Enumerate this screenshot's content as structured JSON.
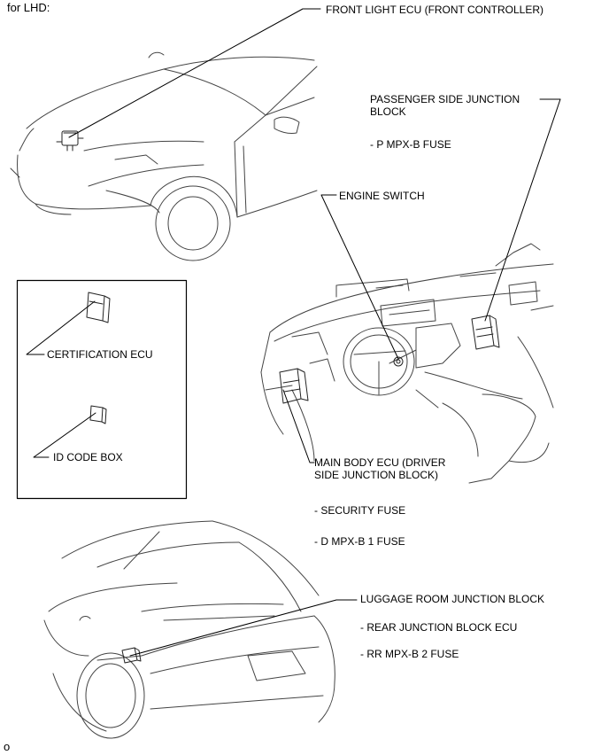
{
  "header": {
    "title": "for LHD:"
  },
  "labels": {
    "front_light_ecu": "FRONT LIGHT ECU (FRONT CONTROLLER)",
    "passenger_jb_line1": "PASSENGER SIDE JUNCTION",
    "passenger_jb_line2": "BLOCK",
    "p_mpx_b_fuse": "- P MPX-B FUSE",
    "engine_switch": "ENGINE SWITCH",
    "certification_ecu": "CERTIFICATION ECU",
    "id_code_box": "ID CODE BOX",
    "main_body_ecu_line1": "MAIN BODY ECU (DRIVER",
    "main_body_ecu_line2": "SIDE JUNCTION BLOCK)",
    "security_fuse": "- SECURITY FUSE",
    "d_mpx_b1_fuse": "- D MPX-B 1 FUSE",
    "luggage_room_jb": "LUGGAGE ROOM JUNCTION BLOCK",
    "rear_jb_ecu": "- REAR JUNCTION BLOCK ECU",
    "rr_mpx_b2_fuse": "- RR MPX-B 2 FUSE"
  },
  "footer": {
    "mark": "o"
  },
  "colors": {
    "ink": "#000000",
    "line_art": "#444444",
    "background": "#ffffff"
  }
}
